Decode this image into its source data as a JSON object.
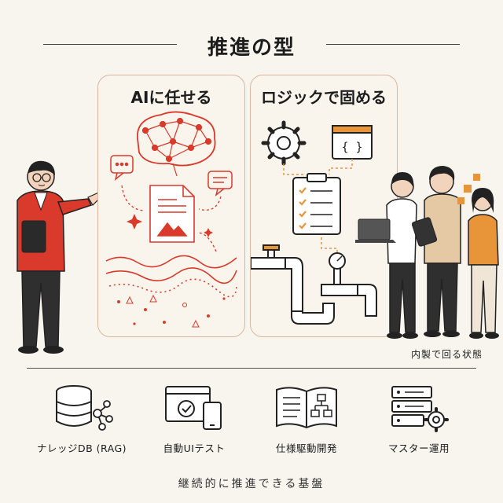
{
  "title": "推進の型",
  "panels": {
    "left_title": "AIに任せる",
    "right_title": "ロジックで固める"
  },
  "right_caption": "内製で回る状態",
  "pillars": [
    {
      "label": "ナレッジDB (RAG)",
      "icon": "database-network-icon"
    },
    {
      "label": "自動UIテスト",
      "icon": "ui-test-check-icon"
    },
    {
      "label": "仕様駆動開発",
      "icon": "spec-book-flow-icon"
    },
    {
      "label": "マスター運用",
      "icon": "server-gear-icon"
    }
  ],
  "footer": "継続的に推進できる基盤",
  "colors": {
    "accent_red": "#d93a2b",
    "accent_orange": "#e8953a",
    "panel_border": "#d9b7a0",
    "background": "#f8f5ef"
  }
}
